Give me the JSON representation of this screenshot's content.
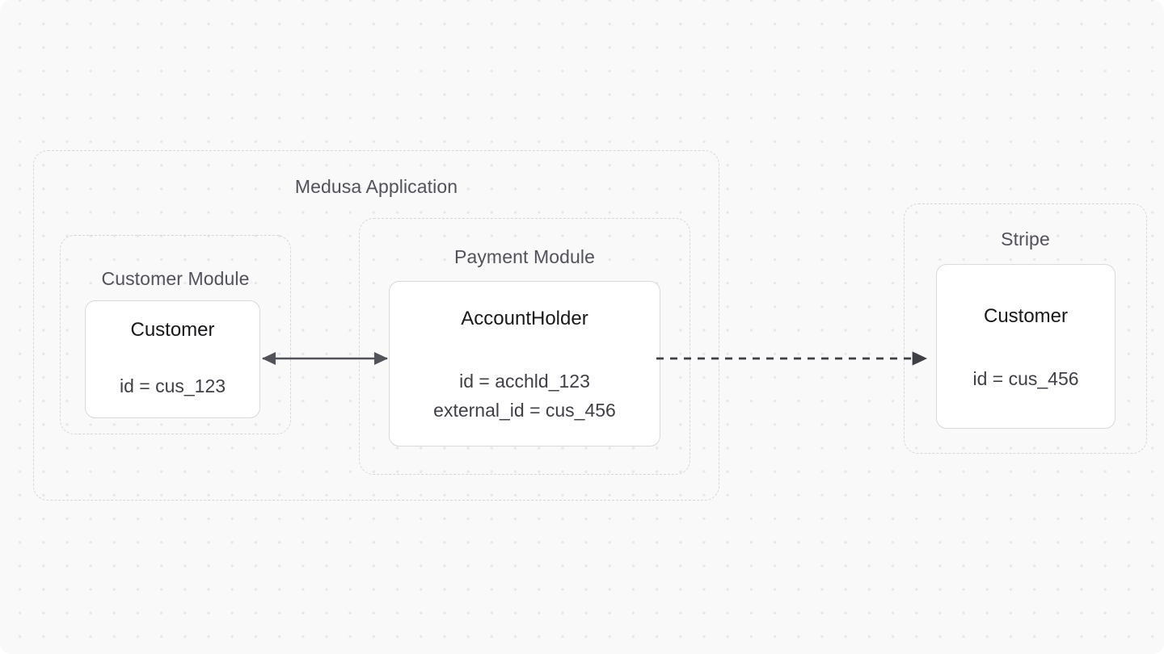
{
  "diagram": {
    "title": "Medusa Application",
    "background_color": "#f9f9fa",
    "dot_color": "#e7e7ea"
  },
  "groups": [
    {
      "id": "medusa",
      "label": "Medusa Application",
      "border_style": "dashed",
      "border_color": "#d6d6db"
    },
    {
      "id": "customer_module",
      "label": "Customer Module",
      "border_style": "dashed",
      "border_color": "#d6d6db"
    },
    {
      "id": "payment_module",
      "label": "Payment Module",
      "border_style": "dashed",
      "border_color": "#d6d6db"
    },
    {
      "id": "stripe",
      "label": "Stripe",
      "border_style": "dashed",
      "border_color": "#d6d6db"
    }
  ],
  "entities": [
    {
      "id": "customer_module_customer",
      "title": "Customer",
      "attributes": [
        "id = cus_123"
      ],
      "fill": "#ffffff",
      "border_color": "#d9d9de"
    },
    {
      "id": "payment_module_account_holder",
      "title": "AccountHolder",
      "attributes": [
        "id = acchld_123",
        "external_id = cus_456"
      ],
      "fill": "#ffffff",
      "border_color": "#d9d9de"
    },
    {
      "id": "stripe_customer",
      "title": "Customer",
      "attributes": [
        "id = cus_456"
      ],
      "fill": "#ffffff",
      "border_color": "#d9d9de"
    }
  ],
  "connectors": [
    {
      "id": "customer_to_account_holder",
      "style": "solid",
      "direction": "bidirectional",
      "color": "#52525b",
      "from": "customer_module_customer",
      "to": "payment_module_account_holder"
    },
    {
      "id": "account_holder_to_stripe_customer",
      "style": "dashed",
      "direction": "forward",
      "color": "#3f3f46",
      "from": "payment_module_account_holder",
      "to": "stripe_customer"
    }
  ]
}
